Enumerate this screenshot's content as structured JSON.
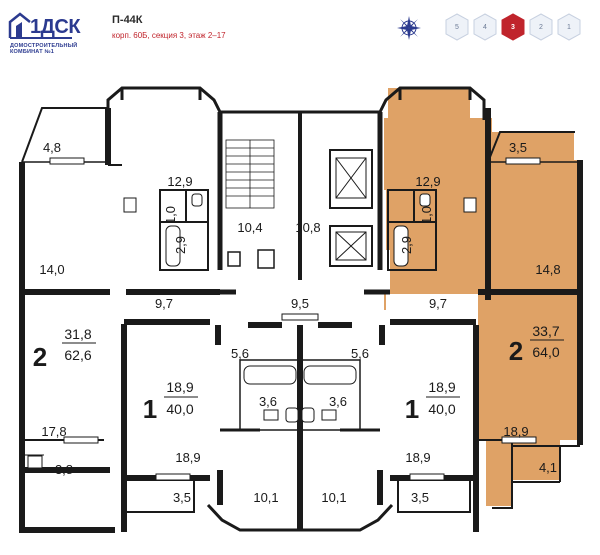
{
  "header": {
    "logo_text": "1ДСК",
    "logo_subtitle": "ДОМОСТРОИТЕЛЬНЫЙ КОМБИНАТ №1",
    "series": "П-44К",
    "subtitle": "корп. 60Б, секция 3, этаж 2–17"
  },
  "compass": {
    "icon": "compass-rose-icon"
  },
  "sections": {
    "items": [
      "5",
      "4",
      "3",
      "2",
      "1"
    ],
    "active": "3",
    "active_color": "#c0242c",
    "inactive_color": "#eef2f8"
  },
  "colors": {
    "highlight": "#dfa266",
    "wall": "#1a1a1a"
  },
  "plan": {
    "rooms": {
      "balcony_top_left": "4,8",
      "bathroom_left": "12,9",
      "wc_left": "1,0",
      "bath_left": "2,9",
      "stair": "10,4",
      "elevator_hall": "10,8",
      "bathroom_right": "12,9",
      "wc_right": "1,0",
      "bath_right": "2,9",
      "balcony_top_right": "3,5",
      "room_left": "14,0",
      "room_right": "14,8",
      "hall_left": "9,7",
      "hall_center": "9,5",
      "hall_right": "9,7",
      "corridor_left": "5,6",
      "corridor_right": "5,6",
      "bath_small_left": "3,6",
      "bath_small_right": "3,6",
      "kitchen_left": "17,8",
      "loggia_left": "3,8",
      "room_1a": "18,9",
      "room_1b": "18,9",
      "kitchen_right": "18,9",
      "loggia_right": "4,1",
      "balcony_bottom_left": "3,5",
      "balcony_bottom_right": "3,5",
      "kitchen_center_left": "10,1",
      "kitchen_center_right": "10,1"
    },
    "apartments": [
      {
        "rooms": "2",
        "living": "31,8",
        "total": "62,6",
        "highlighted": false
      },
      {
        "rooms": "1",
        "living": "18,9",
        "total": "40,0",
        "highlighted": false
      },
      {
        "rooms": "1",
        "living": "18,9",
        "total": "40,0",
        "highlighted": false
      },
      {
        "rooms": "2",
        "living": "33,7",
        "total": "64,0",
        "highlighted": true
      }
    ]
  }
}
